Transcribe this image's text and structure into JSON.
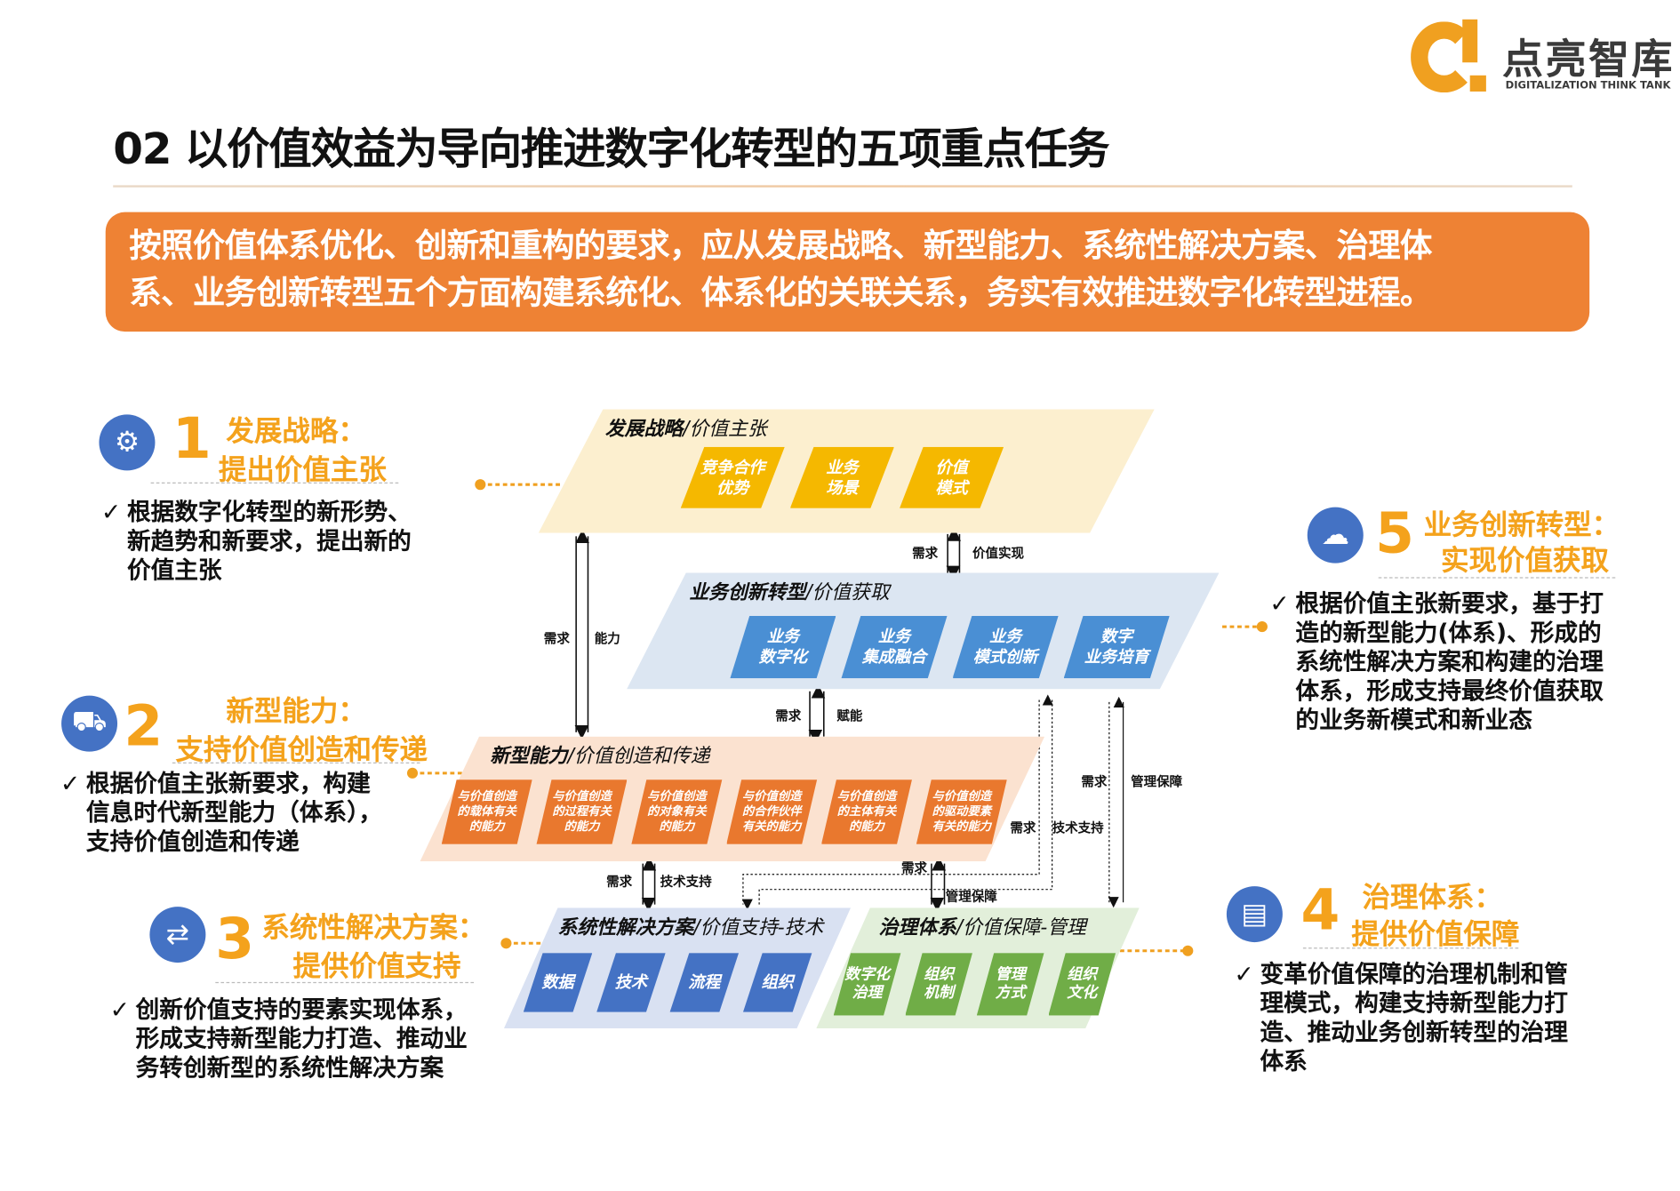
{
  "title": "02 以价值效益为导向推进数字化转型的五项重点任务",
  "logo": {
    "cn": "点亮智库",
    "en": "DIGITALIZATION THINK TANK"
  },
  "banner": {
    "line1": "按照价值体系优化、创新和重构的要求，应从发展战略、新型能力、系统性解决方案、治理体",
    "line2": "系、业务创新转型五个方面构建系统化、体系化的关联关系，务实有效推进数字化转型进程。"
  },
  "sections": [
    {
      "num": "1",
      "title1": "发展战略：",
      "title2": "提出价值主张",
      "icon": "gear-icon",
      "text": "根据数字化转型的新形势、\n新趋势和新要求，提出新的\n价值主张"
    },
    {
      "num": "2",
      "title1": "新型能力：",
      "title2": "支持价值创造和传递",
      "icon": "toolbox-icon",
      "text": "根据价值主张新要求，构建\n信息时代新型能力（体系），\n支持价值创造和传递"
    },
    {
      "num": "3",
      "title1": "系统性解决方案：",
      "title2": "提供价值支持",
      "icon": "transfer-icon",
      "text": "创新价值支持的要素实现体系，\n形成支持新型能力打造、推动业\n务转创新型的系统性解决方案"
    },
    {
      "num": "4",
      "title1": "治理体系：",
      "title2": "提供价值保障",
      "icon": "document-icon",
      "text": "变革价值保障的治理机制和管\n理模式，构建支持新型能力打\n造、推动业务创新转型的治理\n体系"
    },
    {
      "num": "5",
      "title1": "业务创新转型：",
      "title2": "实现价值获取",
      "icon": "cloud-upload-icon",
      "text": "根据价值主张新要求，基于打\n造的新型能力(体系)、形成的\n系统性解决方案和构建的治理\n体系，形成支持最终价值获取\n的业务新模式和新业态"
    }
  ],
  "planes": {
    "strategy": {
      "bold": "发展战略",
      "rest": "/价值主张",
      "tiles": [
        "竞争合作\n优势",
        "业务\n场景",
        "价值\n模式"
      ]
    },
    "business": {
      "bold": "业务创新转型",
      "rest": "/价值获取",
      "tiles": [
        "业务\n数字化",
        "业务\n集成融合",
        "业务\n模式创新",
        "数字\n业务培育"
      ]
    },
    "capability": {
      "bold": "新型能力",
      "rest": "/价值创造和传递",
      "tiles": [
        "与价值创造\n的载体有关\n的能力",
        "与价值创造\n的过程有关\n的能力",
        "与价值创造\n的对象有关\n的能力",
        "与价值创造\n的合作伙伴\n有关的能力",
        "与价值创造\n的主体有关\n的能力",
        "与价值创造\n的驱动要素\n有关的能力"
      ]
    },
    "solution": {
      "bold": "系统性解决方案",
      "rest": "/价值支持-技术",
      "tiles": [
        "数据",
        "技术",
        "流程",
        "组织"
      ]
    },
    "governance": {
      "bold": "治理体系",
      "rest": "/价值保障-管理",
      "tiles": [
        "数字化\n治理",
        "组织\n机制",
        "管理\n方式",
        "组织\n文化"
      ]
    }
  },
  "arrows": {
    "demand": "需求",
    "capability": "能力",
    "value_realize": "价值实现",
    "empower": "赋能",
    "mgmt": "管理保障",
    "tech": "技术支持"
  },
  "colors": {
    "orange": "#EE8234",
    "yellow": "#F5B800",
    "blue": "#4A8FD4",
    "darkblue": "#4472C4",
    "green": "#70AD47",
    "tileOrange": "#E9782E"
  }
}
